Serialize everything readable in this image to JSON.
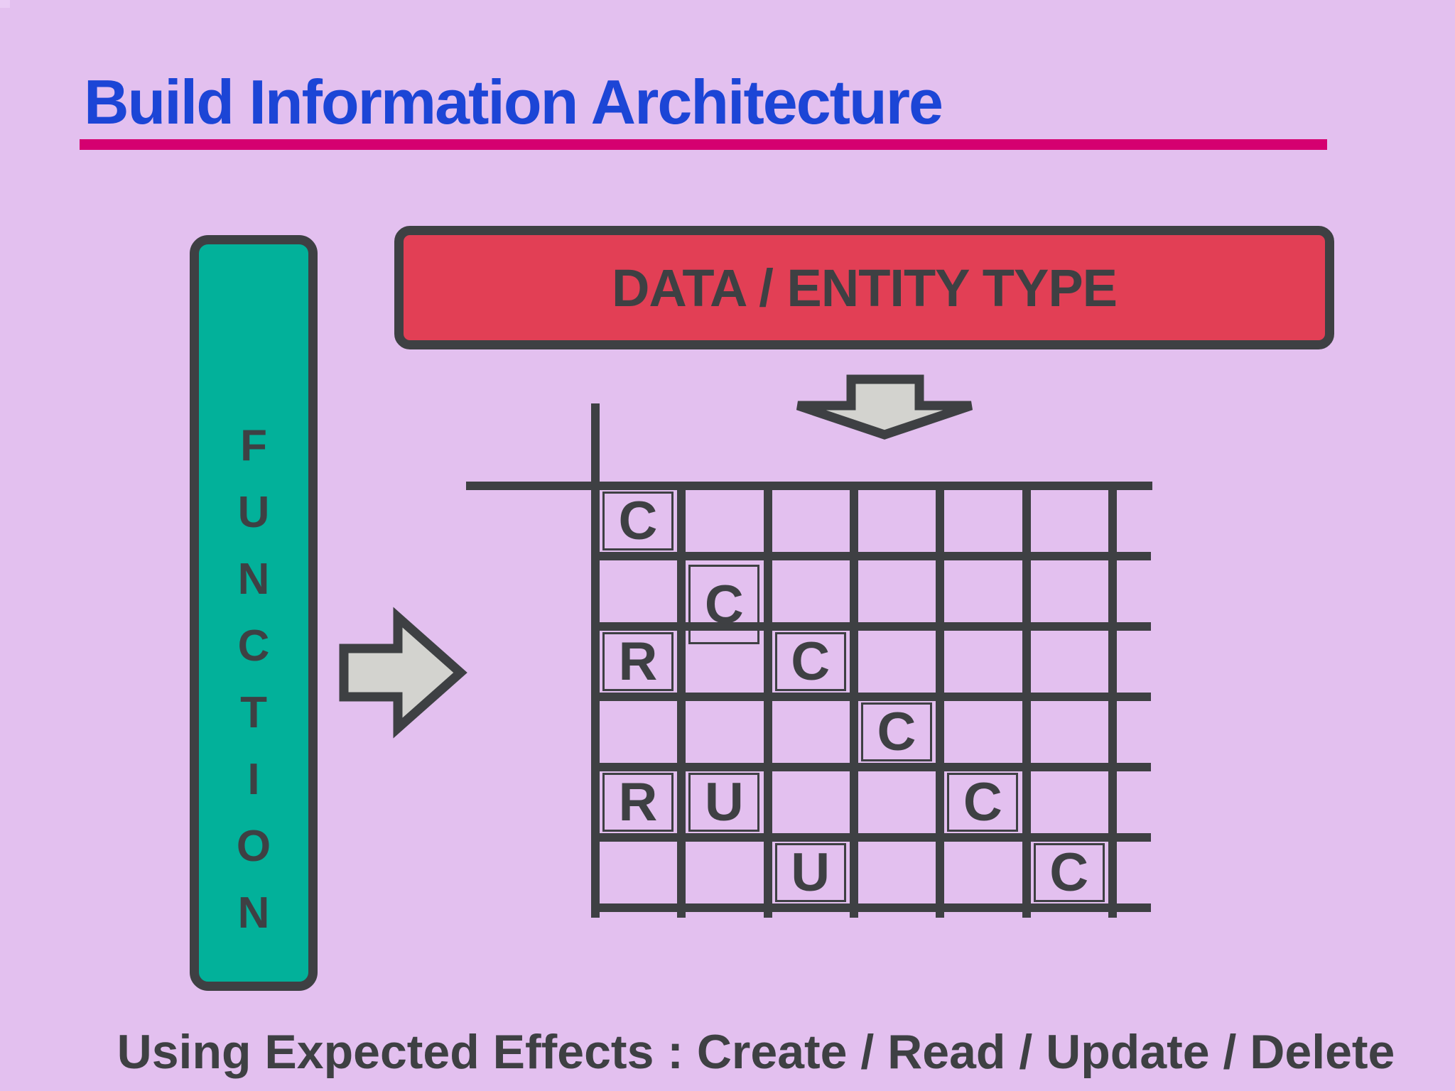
{
  "slide": {
    "title": "Build Information Architecture",
    "footer": "Using Expected Effects : Create / Read / Update / Delete"
  },
  "entity_header": {
    "label": "DATA / ENTITY TYPE"
  },
  "function_column": {
    "label": "FUNCTION"
  },
  "matrix": {
    "rows": 6,
    "cols": 6,
    "cells": [
      {
        "row": 1,
        "col": 1,
        "letter": "C"
      },
      {
        "row": 2,
        "col": 2,
        "letter": "C",
        "tall": true
      },
      {
        "row": 3,
        "col": 1,
        "letter": "R"
      },
      {
        "row": 3,
        "col": 3,
        "letter": "C"
      },
      {
        "row": 4,
        "col": 4,
        "letter": "C"
      },
      {
        "row": 5,
        "col": 1,
        "letter": "R"
      },
      {
        "row": 5,
        "col": 2,
        "letter": "U"
      },
      {
        "row": 5,
        "col": 5,
        "letter": "C"
      },
      {
        "row": 6,
        "col": 3,
        "letter": "U"
      },
      {
        "row": 6,
        "col": 6,
        "letter": "C"
      }
    ]
  },
  "colors": {
    "background": "#E3C0EF",
    "title_blue": "#1C45D6",
    "underline_magenta": "#D50070",
    "entity_red": "#E23F55",
    "function_teal": "#02B19A",
    "outline_dark": "#3E4043",
    "arrow_gray": "#D3D3CF"
  }
}
